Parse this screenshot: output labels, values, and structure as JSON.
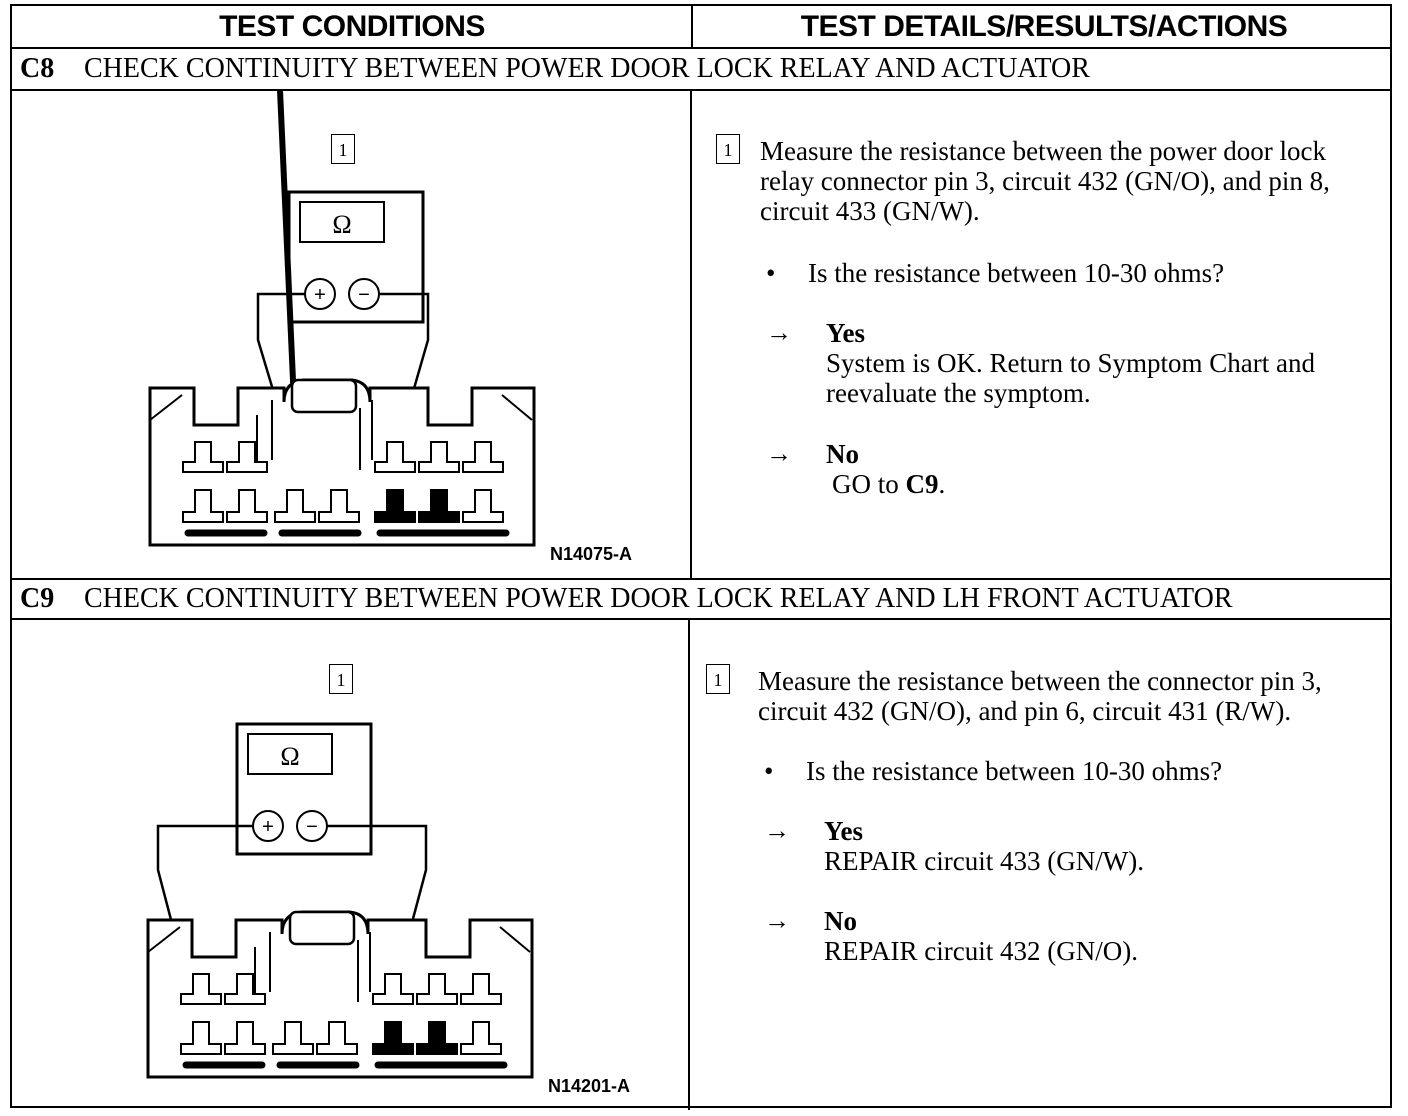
{
  "header": {
    "left": "TEST CONDITIONS",
    "right": "TEST DETAILS/RESULTS/ACTIONS"
  },
  "steps": [
    {
      "code": "C8",
      "title": "CHECK CONTINUITY BETWEEN POWER DOOR LOCK RELAY AND ACTUATOR",
      "step_number": "1",
      "figure_id": "N14075-A",
      "instruction": "Measure the resistance between the power door lock relay connector pin 3, circuit 432 (GN/O), and pin 8, circuit 433 (GN/W).",
      "question": "Is the resistance between 10-30 ohms?",
      "yes_label": "Yes",
      "yes_action": "System is OK. Return to Symptom Chart and reevaluate the symptom.",
      "no_label": "No",
      "no_action_prefix": "GO to ",
      "no_action_ref": "C9",
      "no_action_suffix": "."
    },
    {
      "code": "C9",
      "title": "CHECK CONTINUITY BETWEEN POWER DOOR LOCK RELAY AND LH FRONT ACTUATOR",
      "step_number": "1",
      "figure_id": "N14201-A",
      "instruction": "Measure the resistance between the connector pin 3, circuit 432 (GN/O), and pin 6, circuit 431 (R/W).",
      "question": "Is the resistance between 10-30 ohms?",
      "yes_label": "Yes",
      "yes_action": "REPAIR circuit 433 (GN/W).",
      "no_label": "No",
      "no_action": "REPAIR circuit 432 (GN/O)."
    }
  ],
  "meter": {
    "symbol": "Ω",
    "plus": "+",
    "minus": "−"
  },
  "bullet_char": "•",
  "arrow_char": "→"
}
